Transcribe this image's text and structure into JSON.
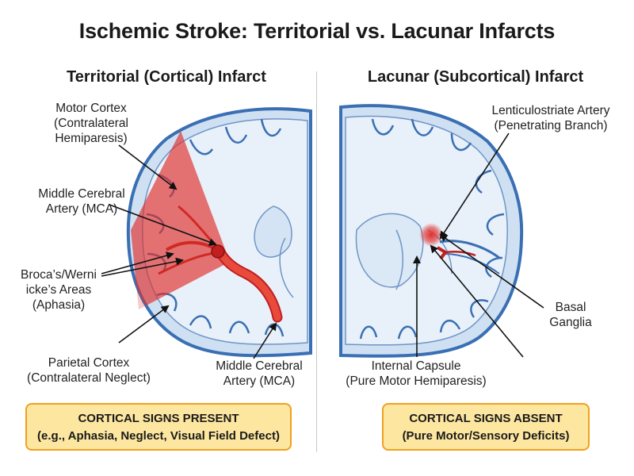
{
  "title": "Ischemic Stroke: Territorial vs. Lacunar Infarcts",
  "left": {
    "heading": "Territorial (Cortical) Infarct",
    "labels": {
      "motor_cortex_1": "Motor Cortex",
      "motor_cortex_2": "(Contralateral",
      "motor_cortex_3": "Hemiparesis)",
      "mca_1": "Middle Cerebral",
      "mca_2": "Artery (MCA)",
      "broca_1": "Broca’s/Werni",
      "broca_2": "icke’s Areas",
      "broca_3": "(Aphasia)",
      "parietal_1": "Parietal Cortex",
      "parietal_2": "(Contralateral Neglect)",
      "mca_bottom_1": "Middle Cerebral",
      "mca_bottom_2": "Artery (MCA)"
    },
    "box_line1": "CORTICAL SIGNS PRESENT",
    "box_line2": "(e.g., Aphasia, Neglect, Visual Field Defect)"
  },
  "right": {
    "heading": "Lacunar (Subcortical) Infarct",
    "labels": {
      "lenticulo_1": "Lenticulostriate Artery",
      "lenticulo_2": "(Penetrating Branch)",
      "basal_1": "Basal",
      "basal_2": "Ganglia",
      "capsule_1": "Internal Capsule",
      "capsule_2": "(Pure Motor Hemiparesis)"
    },
    "box_line1": "CORTICAL SIGNS ABSENT",
    "box_line2": "(Pure Motor/Sensory Deficits)"
  },
  "colors": {
    "cortex_outline": "#3a6fb3",
    "tissue_fill": "#e3eef9",
    "infarct": "#e0302d",
    "box_fill": "#fde7a0",
    "box_border": "#f0a020"
  }
}
